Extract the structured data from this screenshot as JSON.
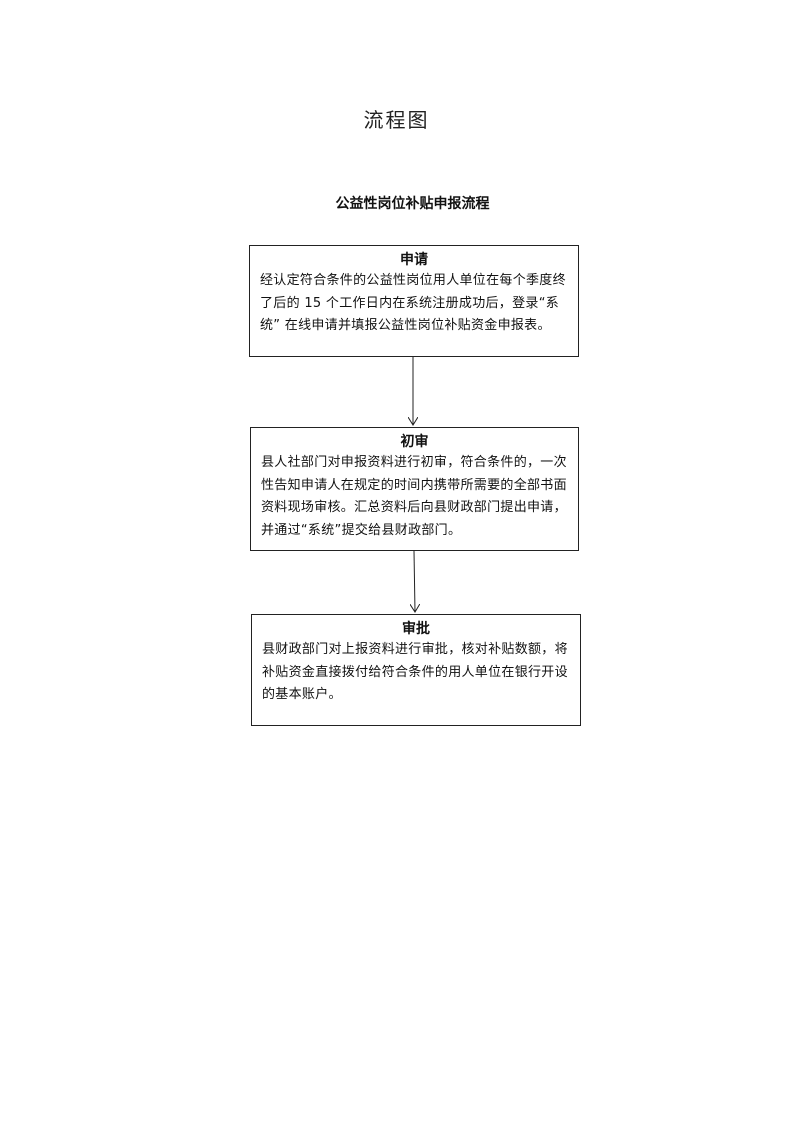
{
  "page": {
    "title": "流程图"
  },
  "flow": {
    "title": "公益性岗位补贴申报流程",
    "steps": [
      {
        "title": "申请",
        "text": "经认定符合条件的公益性岗位用人单位在每个季度终了后的 15 个工作日内在系统注册成功后，登录“系统” 在线申请并填报公益性岗位补贴资金申报表。"
      },
      {
        "title": "初审",
        "text": "县人社部门对申报资料进行初审，符合条件的，一次性告知申请人在规定的时间内携带所需要的全部书面资料现场审核。汇总资料后向县财政部门提出申请，并通过“系统”提交给县财政部门。"
      },
      {
        "title": "审批",
        "text": "县财政部门对上报资料进行审批，核对补贴数额，将补贴资金直接拨付给符合条件的用人单位在银行开设的基本账户。"
      }
    ]
  }
}
